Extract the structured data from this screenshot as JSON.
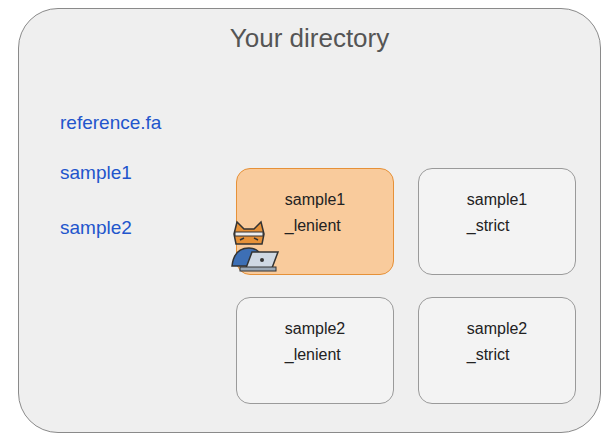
{
  "diagram": {
    "nodes": [
      {
        "text": [
          "Your directory"
        ]
      },
      {
        "text": [
          "sample1 _lenient"
        ],
        "in": 0
      },
      {
        "text": [
          "sample1 _strict"
        ],
        "in": 0
      },
      {
        "text": [
          "sample2 _lenient"
        ],
        "in": 0
      },
      {
        "text": [
          "sample2 _strict"
        ],
        "in": 0
      }
    ],
    "labels": [
      "reference.fa",
      "sample1",
      "sample2"
    ]
  }
}
